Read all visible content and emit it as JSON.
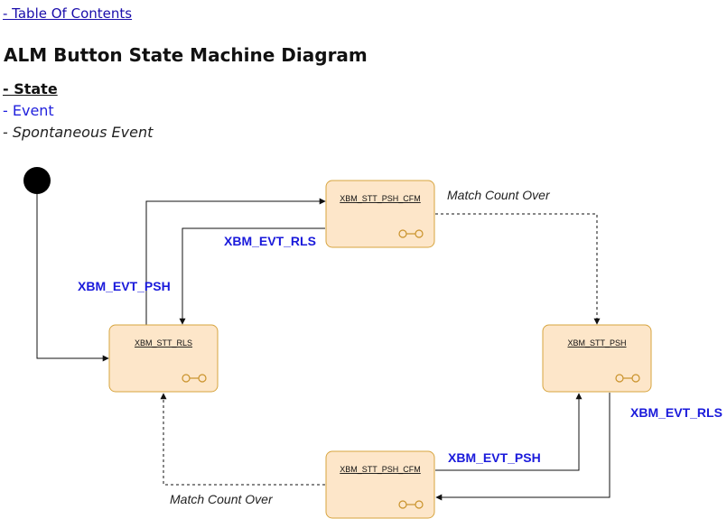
{
  "toc_link": "- Table Of Contents",
  "page_title": "ALM Button State Machine Diagram",
  "legend": {
    "state": "- State",
    "event": "- Event",
    "spontaneous": "- Spontaneous Event"
  },
  "states": {
    "psh_cfm_top": "XBM_STT_PSH_CFM",
    "rls": "XBM_STT_RLS",
    "psh": "XBM_STT_PSH",
    "psh_cfm_bottom": "XBM_STT_PSH_CFM"
  },
  "events": {
    "rls_top": "XBM_EVT_RLS",
    "psh_left": "XBM_EVT_PSH",
    "rls_right": "XBM_EVT_RLS",
    "psh_bottom": "XBM_EVT_PSH"
  },
  "spontaneous": {
    "top": "Match Count Over",
    "bottom": "Match Count Over"
  },
  "colors": {
    "state_fill": "#fde6c9",
    "state_border": "#d7a43e",
    "event_text": "#1a1adb"
  }
}
